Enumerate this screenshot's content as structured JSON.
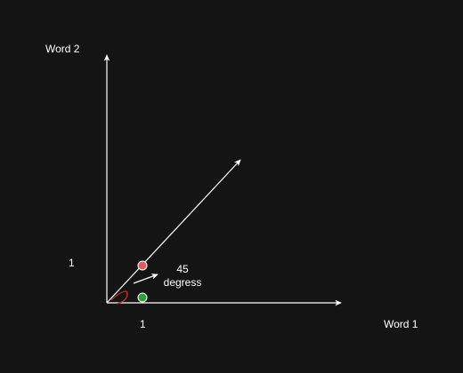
{
  "diagram": {
    "background_color": "#141414",
    "stroke_color": "#ffffff",
    "axes": {
      "y_label": "Word 2",
      "x_label": "Word 1"
    },
    "ticks": {
      "y_tick": "1",
      "x_tick": "1"
    },
    "annotation": {
      "line1": "45",
      "line2": "degress"
    },
    "points": {
      "red_color": "#d95f5f",
      "green_color": "#2e9e3a"
    },
    "angle_arc_color": "#c0392b"
  }
}
